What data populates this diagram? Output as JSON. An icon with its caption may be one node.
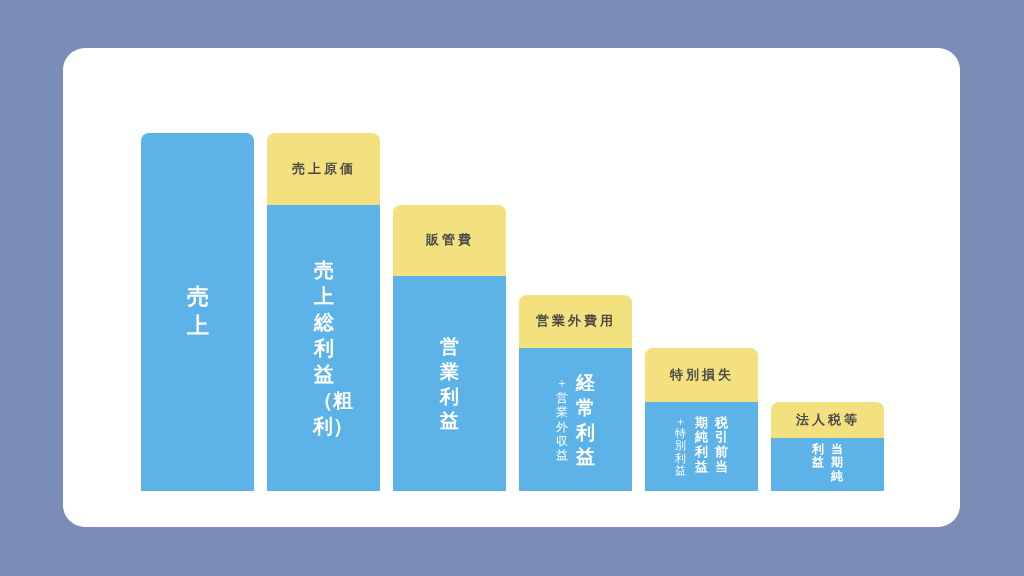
{
  "diagram": {
    "nodes": [
      {
        "text": [
          "売上"
        ]
      },
      {
        "text": [
          "売上原価"
        ]
      },
      {
        "text": [
          "売上総利益（粗利）"
        ]
      },
      {
        "text": [
          "販管費"
        ]
      },
      {
        "text": [
          "営業利益"
        ]
      },
      {
        "text": [
          "営業外費用"
        ]
      },
      {
        "text": [
          "＋営業外収益",
          "経常利益"
        ]
      },
      {
        "text": [
          "特別損失"
        ]
      },
      {
        "text": [
          "＋特別利益",
          "税引前当期純利益"
        ]
      },
      {
        "text": [
          "法人税等"
        ]
      },
      {
        "text": [
          "当期純利益"
        ]
      }
    ]
  }
}
